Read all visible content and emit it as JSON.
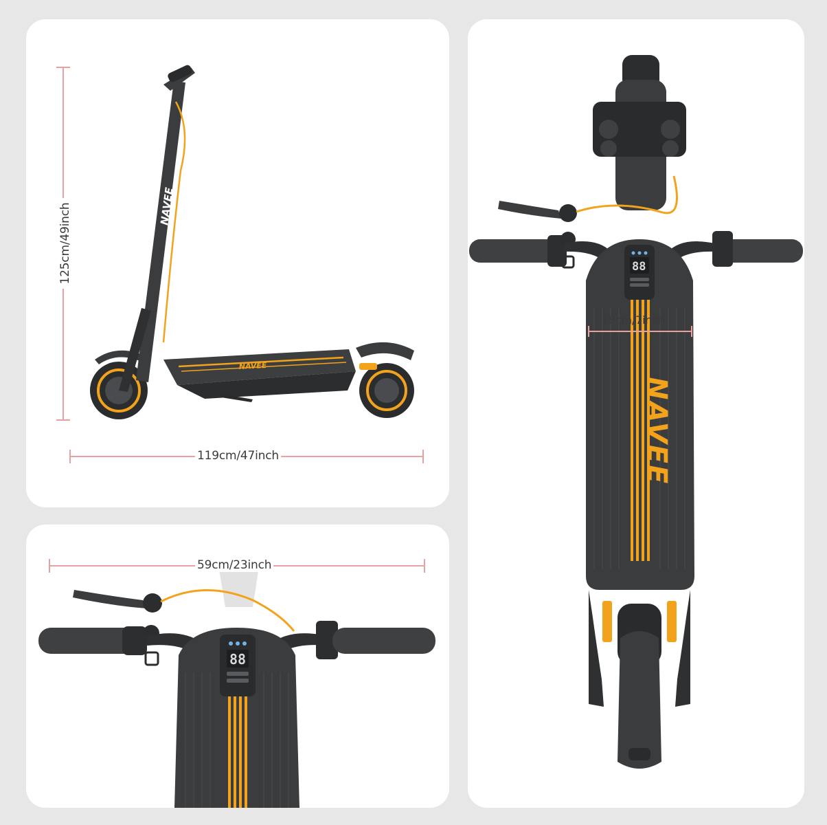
{
  "dimensions": {
    "height": "125cm/49inch",
    "length": "119cm/47inch",
    "handlebar_width": "59cm/23inch",
    "deck_width": "18cm/7inch"
  },
  "brand": {
    "name": "NAVEE"
  },
  "colors": {
    "accent": "#f2a31b",
    "dimension_line": "#e8a0a0",
    "body": "#3b3c3e",
    "background": "#e7e7e7"
  }
}
